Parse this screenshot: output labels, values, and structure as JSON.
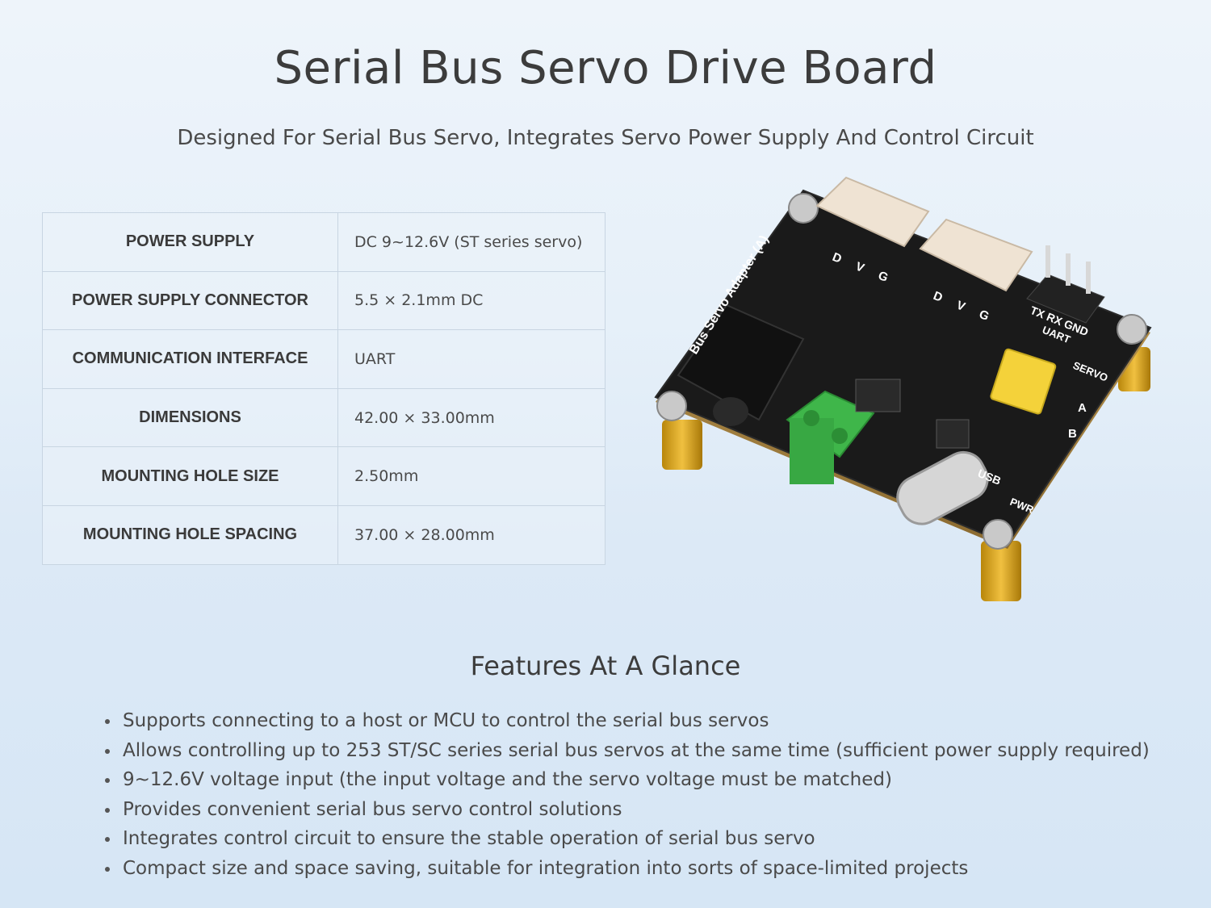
{
  "header": {
    "title": "Serial Bus Servo Drive Board",
    "subtitle": "Designed For Serial Bus Servo, Integrates Servo Power Supply And Control Circuit"
  },
  "specs": [
    {
      "label": "POWER SUPPLY",
      "value": "DC 9~12.6V (ST series servo)"
    },
    {
      "label": "POWER SUPPLY CONNECTOR",
      "value": "5.5 × 2.1mm DC"
    },
    {
      "label": "COMMUNICATION INTERFACE",
      "value": "UART"
    },
    {
      "label": "DIMENSIONS",
      "value": "42.00 × 33.00mm"
    },
    {
      "label": "MOUNTING HOLE SIZE",
      "value": "2.50mm"
    },
    {
      "label": "MOUNTING HOLE SPACING",
      "value": "37.00 × 28.00mm"
    }
  ],
  "board": {
    "silkscreen": {
      "name": "Bus Servo Adapter (A)",
      "connector1": "D V G",
      "connector2": "D V G",
      "header_pins": "TX RX GND",
      "uart": "UART",
      "servo": "SERVO",
      "a": "A",
      "b": "B",
      "usb": "USB",
      "pwr": "PWR"
    }
  },
  "features": {
    "title": "Features At A Glance",
    "items": [
      "Supports connecting to a host or MCU to control the serial bus servos",
      "Allows controlling up to 253 ST/SC series serial bus servos at the same time (sufficient power supply required)",
      "9~12.6V voltage input (the input voltage and the servo voltage must be matched)",
      "Provides convenient serial bus servo control solutions",
      "Integrates control circuit to ensure the stable operation of serial bus servo",
      "Compact size and space saving, suitable for integration into sorts of space-limited projects"
    ]
  }
}
